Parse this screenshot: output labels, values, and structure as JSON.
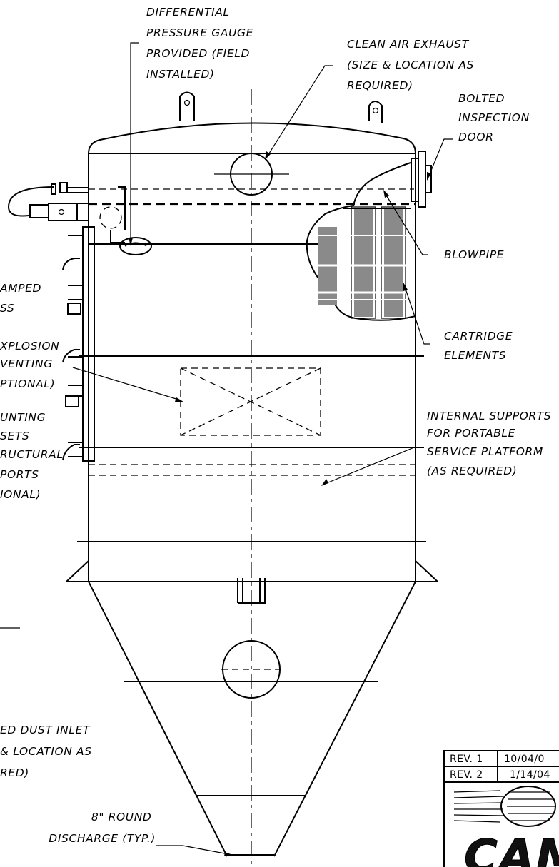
{
  "callouts": {
    "dp_gauge": [
      "DIFFERENTIAL",
      "PRESSURE GAUGE",
      "PROVIDED (FIELD",
      "INSTALLED)"
    ],
    "clean_air": [
      "CLEAN AIR EXHAUST",
      "(SIZE & LOCATION AS",
      "REQUIRED)"
    ],
    "inspection_door": [
      "BOLTED",
      "INSPECTION",
      "DOOR"
    ],
    "blowpipe": "BLOWPIPE",
    "cartridge": [
      "CARTRIDGE",
      "ELEMENTS"
    ],
    "supports": [
      "INTERNAL SUPPORTS",
      "FOR PORTABLE",
      "SERVICE PLATFORM",
      "(AS REQUIRED)"
    ],
    "clamped": [
      "AMPED",
      "SS"
    ],
    "explosion": [
      "XPLOSION",
      "VENTING",
      "PTIONAL)"
    ],
    "mounting": [
      "UNTING",
      "SETS",
      "RUCTURAL",
      "PORTS",
      "IONAL)"
    ],
    "dust_inlet": [
      "ED DUST INLET",
      "& LOCATION AS",
      "RED)"
    ],
    "discharge": [
      "8\" ROUND",
      "DISCHARGE (TYP.)"
    ]
  },
  "title_block": {
    "rev1_label": "REV. 1",
    "rev1_date": "10/04/0",
    "rev2_label": "REV. 2",
    "rev2_date": "1/14/04",
    "logo_text": "CAM"
  }
}
